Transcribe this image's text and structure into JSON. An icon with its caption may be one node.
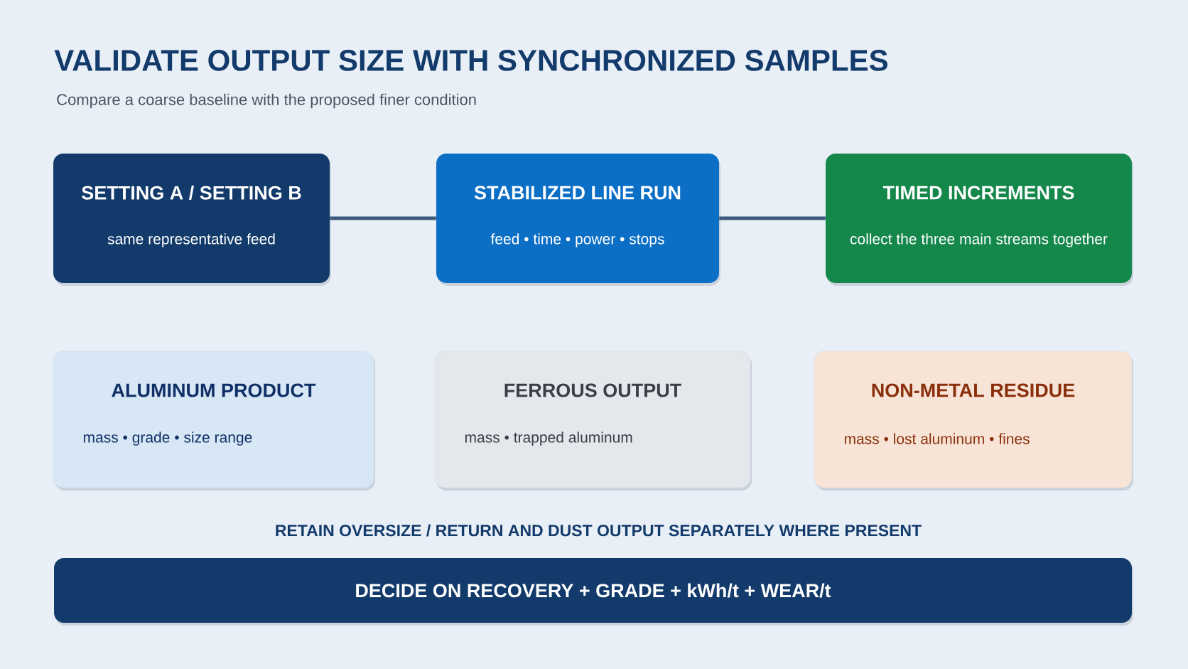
{
  "diagram": {
    "title": "VALIDATE OUTPUT SIZE WITH SYNCHRONIZED SAMPLES",
    "caption": "Compare a coarse baseline with the proposed finer condition",
    "nodes": [
      {
        "text": [
          "SETTING A / SETTING B",
          "same representative feed"
        ]
      },
      {
        "text": [
          "STABILIZED LINE RUN",
          "feed • time • power • stops"
        ]
      },
      {
        "text": [
          "TIMED INCREMENTS",
          "collect the three main streams together"
        ]
      },
      {
        "text": [
          "ALUMINUM PRODUCT",
          "mass • grade • size range"
        ]
      },
      {
        "text": [
          "FERROUS OUTPUT",
          "mass • trapped aluminum"
        ]
      },
      {
        "text": [
          "NON-METAL RESIDUE",
          "mass • lost aluminum • fines"
        ]
      },
      {
        "text": [
          "DECIDE ON RECOVERY + GRADE + kWh/t + WEAR/t"
        ]
      }
    ],
    "edges": [
      {
        "from": 0,
        "to": 1,
        "arrow": "none"
      },
      {
        "from": 1,
        "to": 2,
        "arrow": "none"
      }
    ],
    "labels": [
      "RETAIN OVERSIZE / RETURN AND DUST OUTPUT SEPARATELY WHERE PRESENT"
    ]
  }
}
